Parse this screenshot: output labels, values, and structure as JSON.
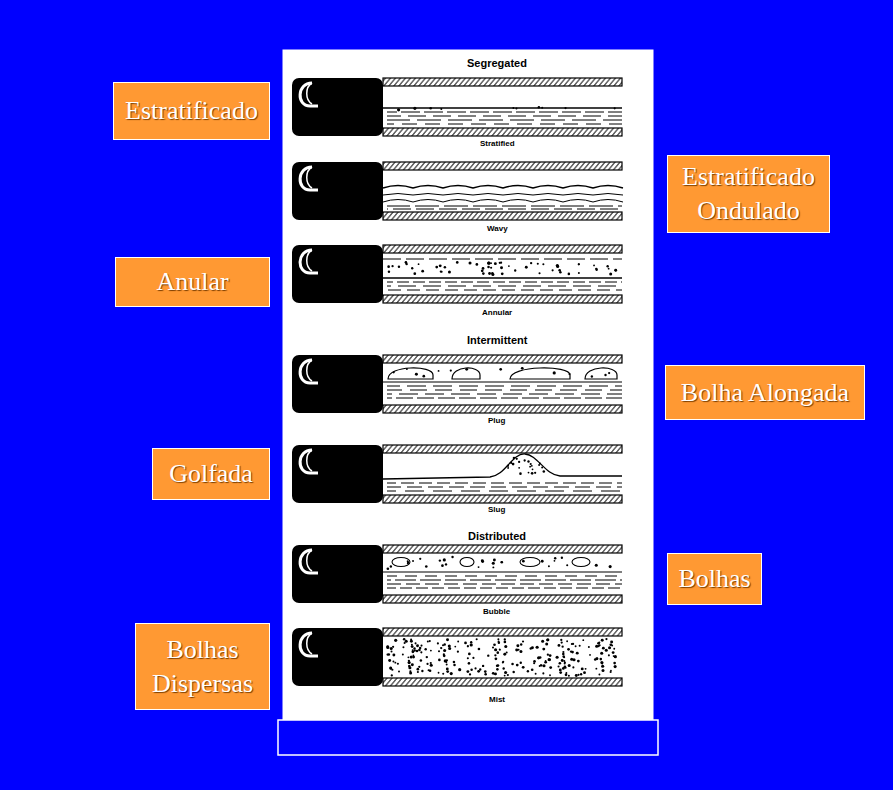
{
  "diagram": {
    "nodes": [
      {
        "text": [
          "Estratificado"
        ]
      },
      {
        "text": [
          "Estratificado Ondulado"
        ]
      },
      {
        "text": [
          "Anular"
        ]
      },
      {
        "text": [
          "Bolha Alongada"
        ]
      },
      {
        "text": [
          "Golfada"
        ]
      },
      {
        "text": [
          "Bolhas"
        ]
      },
      {
        "text": [
          "Bolhas Dispersas"
        ]
      }
    ],
    "labels": [
      "Segregated",
      "Stratified",
      "Wavy",
      "Annular",
      "Intermittent",
      "Plug",
      "Slug",
      "Distributed",
      "Bubble",
      "Mist"
    ]
  }
}
